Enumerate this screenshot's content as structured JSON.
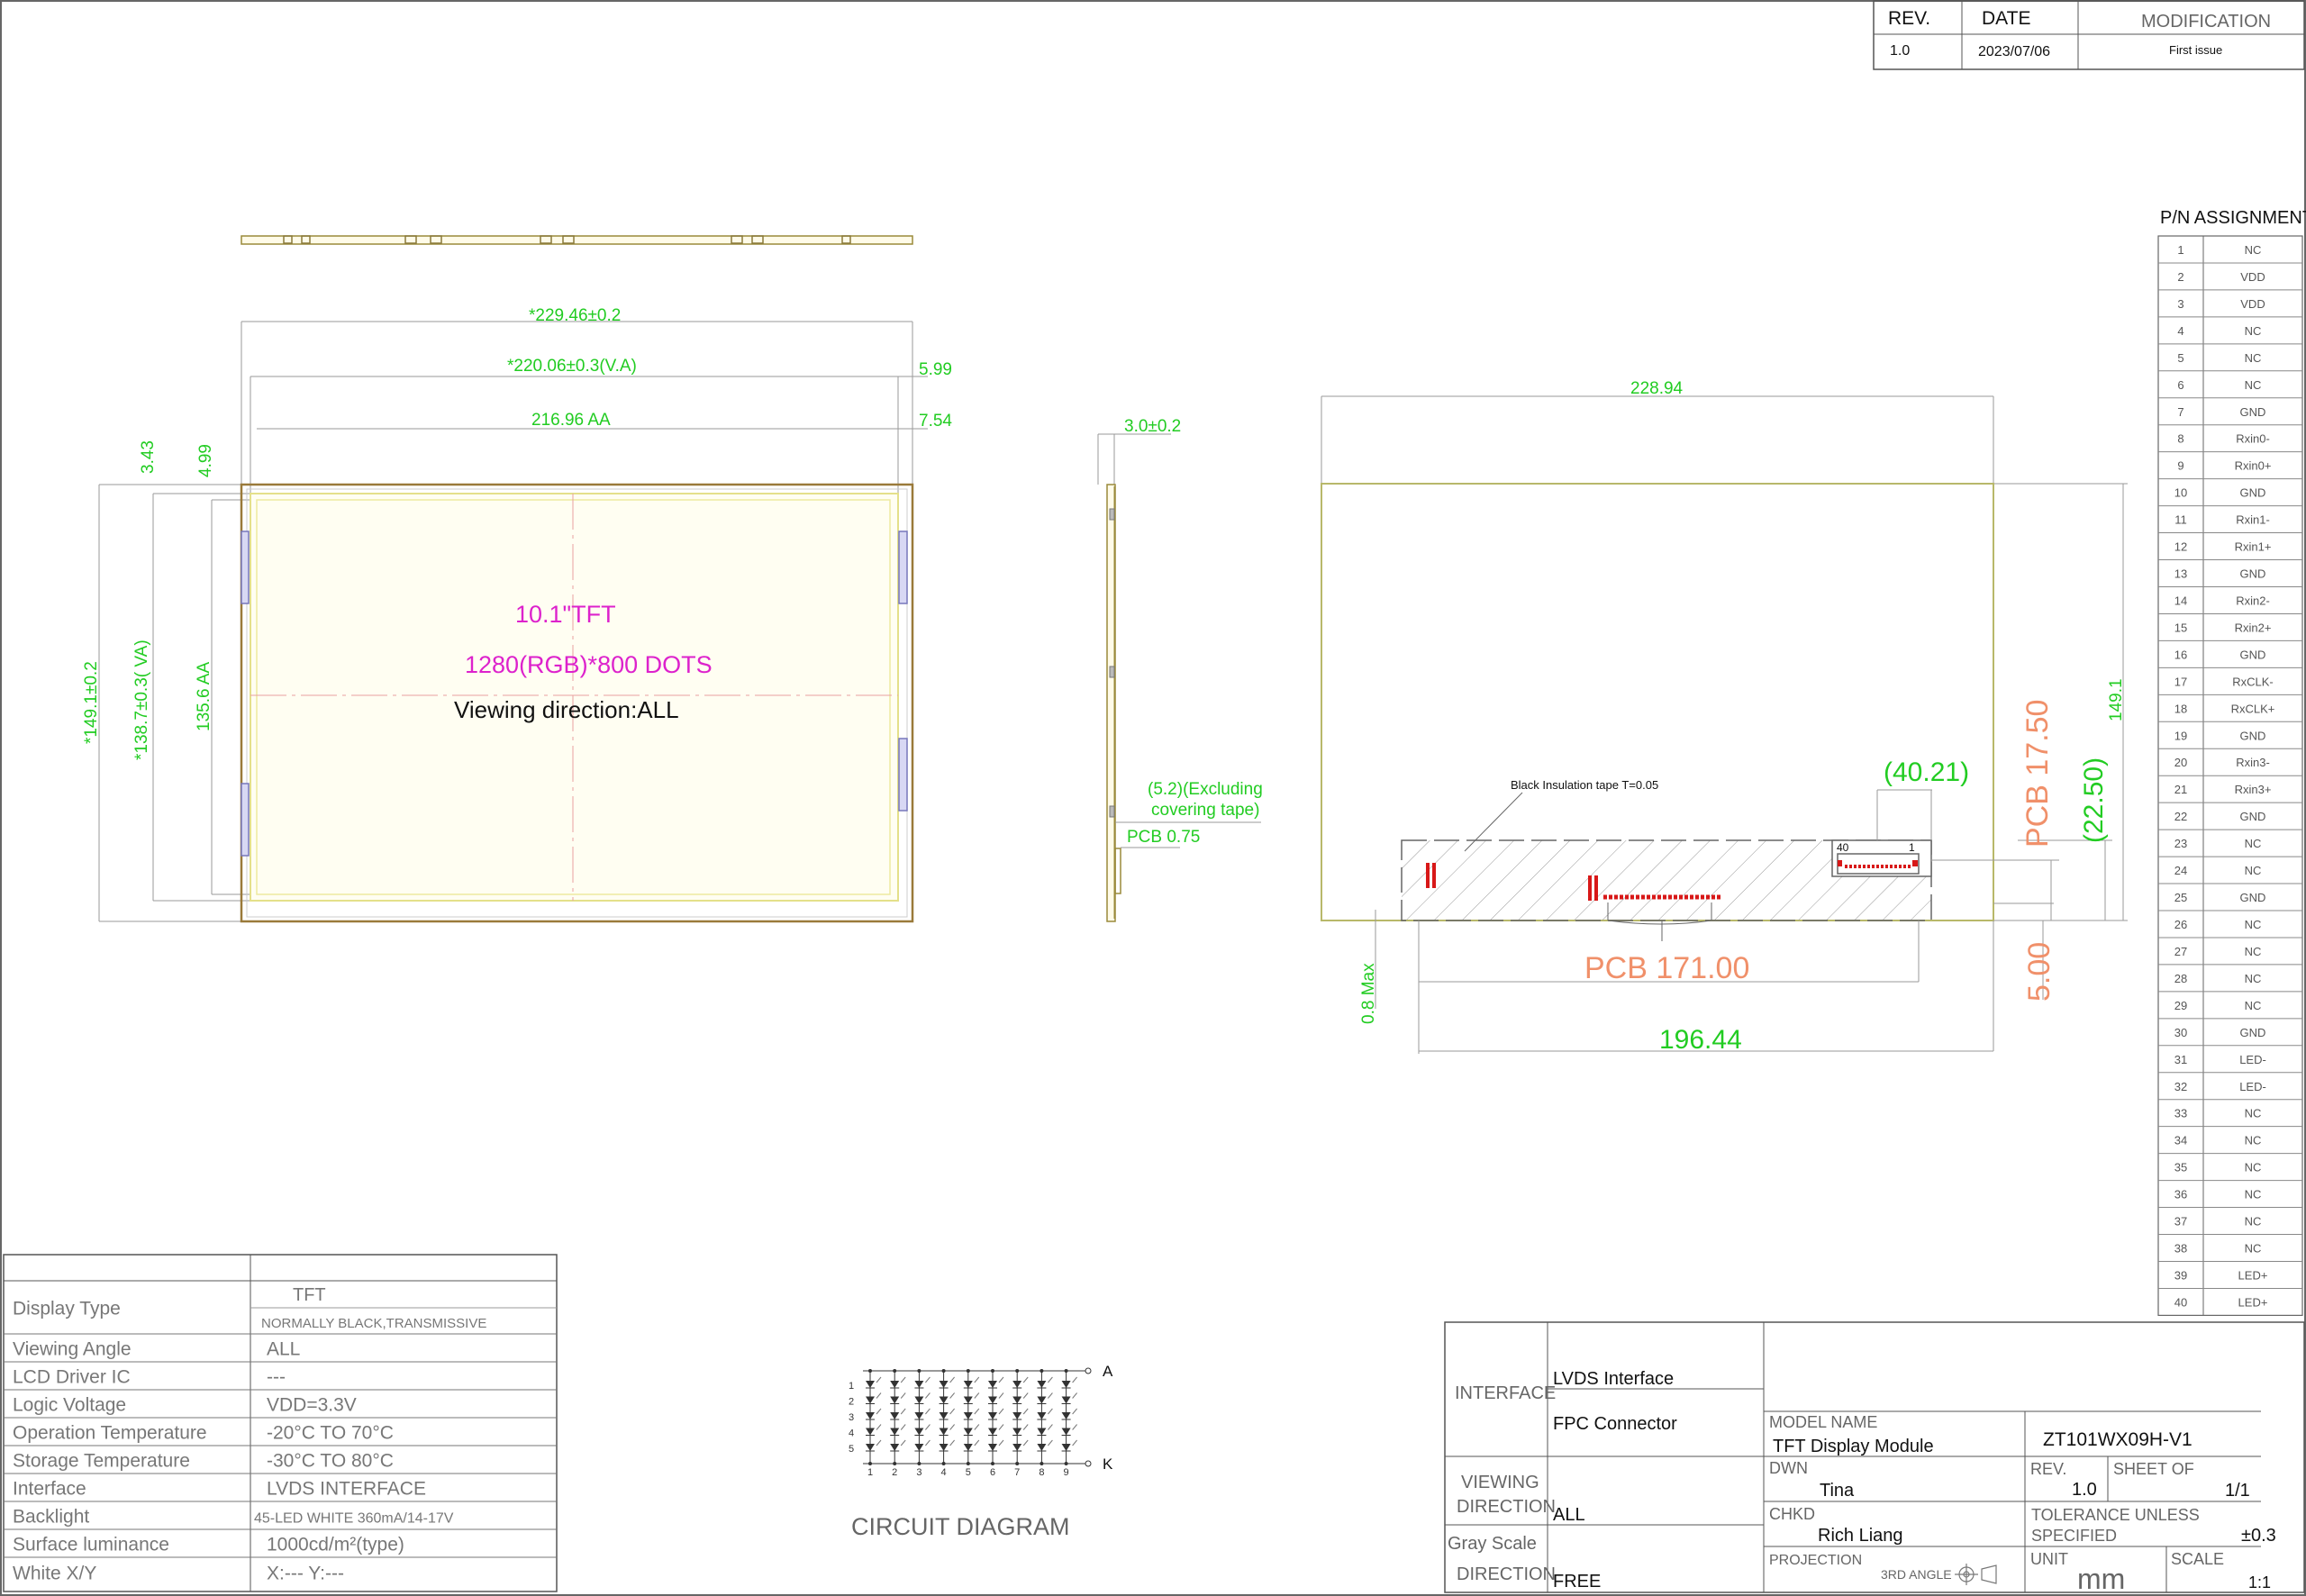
{
  "revision_table": {
    "headers": [
      "REV.",
      "DATE",
      "MODIFICATION"
    ],
    "rows": [
      [
        "1.0",
        "2023/07/06",
        "First issue"
      ]
    ]
  },
  "pin_assignment": {
    "title": "P/N ASSIGNMENT",
    "pins": [
      "NC",
      "VDD",
      "VDD",
      "NC",
      "NC",
      "NC",
      "GND",
      "Rxin0-",
      "Rxin0+",
      "GND",
      "Rxin1-",
      "Rxin1+",
      "GND",
      "Rxin2-",
      "Rxin2+",
      "GND",
      "RxCLK-",
      "RxCLK+",
      "GND",
      "Rxin3-",
      "Rxin3+",
      "GND",
      "NC",
      "NC",
      "GND",
      "NC",
      "NC",
      "NC",
      "NC",
      "GND",
      "LED-",
      "LED-",
      "NC",
      "NC",
      "NC",
      "NC",
      "NC",
      "NC",
      "LED+",
      "LED+"
    ]
  },
  "front_view": {
    "dim_overall_width": "*229.46±0.2",
    "dim_va_width": "*220.06±0.3(V.A)",
    "dim_aa_width": "216.96 AA",
    "dim_right_599": "5.99",
    "dim_right_754": "7.54",
    "dim_top_343": "3.43",
    "dim_top_499": "4.99",
    "dim_overall_height": "*149.1±0.2",
    "dim_va_height": "*138.7±0.3( VA)",
    "dim_aa_height": "135.6 AA",
    "label_size": "10.1\"TFT",
    "label_resolution": "1280(RGB)*800 DOTS",
    "label_viewing": "Viewing direction:ALL"
  },
  "side_view": {
    "dim_thickness": "3.0±0.2",
    "dim_note_line1": "(5.2)(Excluding",
    "dim_note_line2": "covering tape)",
    "dim_pcb": "PCB 0.75"
  },
  "rear_view": {
    "dim_width": "228.94",
    "dim_height": "149.1",
    "dim_4021": "(40.21)",
    "dim_pcb_1750": "PCB 17.50",
    "dim_2250": "(22.50)",
    "dim_500": "5.00",
    "dim_pcb_17100": "PCB 171.00",
    "dim_19644": "196.44",
    "dim_08max": "0.8 Max",
    "tape_note": "Black Insulation tape T=0.05",
    "conn_pin_40": "40",
    "conn_pin_1": "1"
  },
  "spec_table": [
    {
      "label": "Display Type",
      "values": [
        "TFT",
        "NORMALLY BLACK,TRANSMISSIVE"
      ]
    },
    {
      "label": "Viewing Angle",
      "values": [
        "ALL"
      ]
    },
    {
      "label": "LCD Driver IC",
      "values": [
        "---"
      ]
    },
    {
      "label": "Logic Voltage",
      "values": [
        "VDD=3.3V"
      ]
    },
    {
      "label": "Operation Temperature",
      "values": [
        "-20°C TO 70°C"
      ]
    },
    {
      "label": "Storage Temperature",
      "values": [
        "-30°C TO 80°C"
      ]
    },
    {
      "label": "Interface",
      "values": [
        "LVDS INTERFACE"
      ]
    },
    {
      "label": "Backlight",
      "values": [
        "45-LED WHITE 360mA/14-17V"
      ]
    },
    {
      "label": "Surface luminance",
      "values": [
        "1000cd/m²(type)"
      ]
    },
    {
      "label": "White X/Y",
      "values": [
        "X:---   Y:---"
      ]
    }
  ],
  "circuit": {
    "title": "CIRCUIT DIAGRAM",
    "anode": "A",
    "cathode": "K",
    "rows": [
      "1",
      "2",
      "3",
      "4",
      "5"
    ],
    "cols": [
      "1",
      "2",
      "3",
      "4",
      "5",
      "6",
      "7",
      "8",
      "9"
    ]
  },
  "title_block": {
    "interface_label": "INTERFACE",
    "interface_value_1": "LVDS   Interface",
    "interface_value_2": "FPC Connector",
    "viewing_label_1": "VIEWING",
    "viewing_label_2": "DIRECTION",
    "viewing_value": "ALL",
    "gray_label_1": "Gray Scale",
    "gray_label_2": "DIRECTION",
    "gray_value": "FREE",
    "model_name_label": "MODEL NAME",
    "model_name_value": "TFT Display Module",
    "part_no": "ZT101WX09H-V1",
    "dwn_label": "DWN",
    "dwn_value": "Tina",
    "rev_label": "REV.",
    "rev_value": "1.0",
    "sheet_label": "SHEET OF",
    "sheet_value": "1/1",
    "chkd_label": "CHKD",
    "chkd_value": "Rich Liang",
    "tolerance_label_1": "TOLERANCE UNLESS",
    "tolerance_label_2": "SPECIFIED",
    "tolerance_value": "±0.3",
    "projection_label": "PROJECTION",
    "projection_value": "3RD ANGLE",
    "unit_label": "UNIT",
    "unit_value": "mm",
    "scale_label": "SCALE",
    "scale_value": "1:1"
  }
}
